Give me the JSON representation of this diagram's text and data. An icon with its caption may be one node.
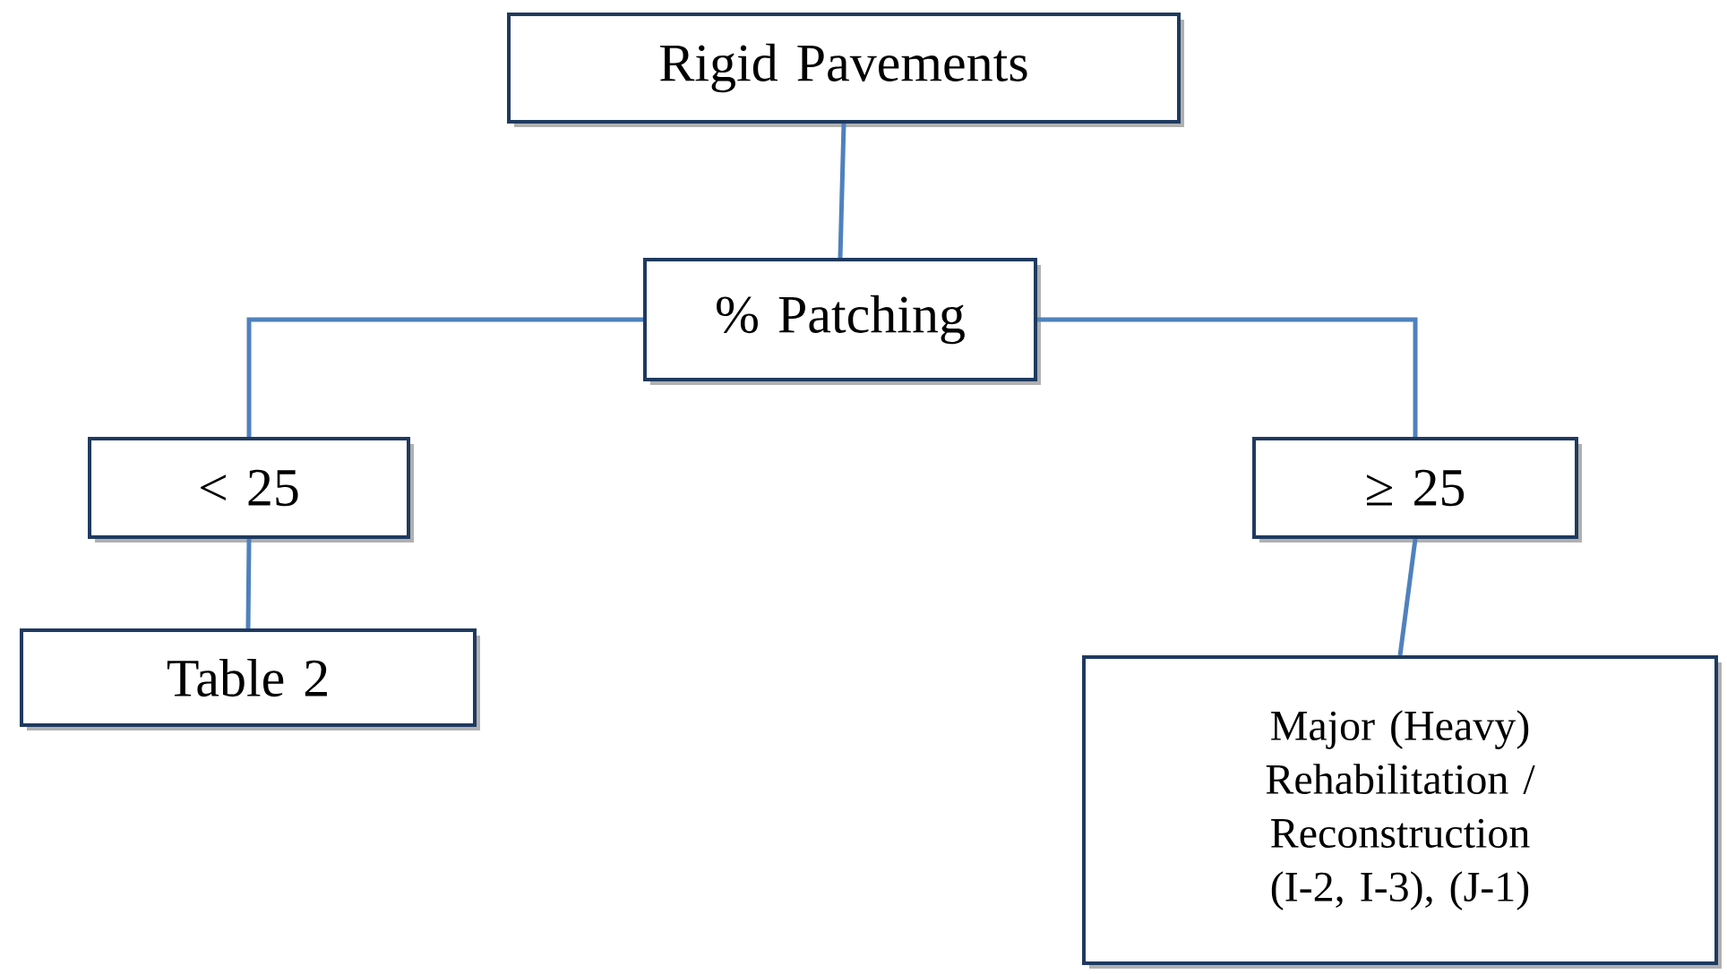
{
  "diagram": {
    "nodes": [
      {
        "text": [
          "Rigid Pavements"
        ]
      },
      {
        "text": [
          "% Patching"
        ]
      },
      {
        "text": [
          "< 25"
        ]
      },
      {
        "text": [
          "≥ 25"
        ]
      },
      {
        "text": [
          "Table 2"
        ]
      },
      {
        "text": [
          "Major (Heavy) Rehabilitation / Reconstruction (I-2, I-3), (J-1)"
        ]
      }
    ],
    "edges": [
      {
        "from": 0,
        "to": 1,
        "arrow": "none"
      },
      {
        "from": 1,
        "to": 2,
        "arrow": "none"
      },
      {
        "from": 1,
        "to": 3,
        "arrow": "none"
      },
      {
        "from": 2,
        "to": 4,
        "arrow": "none"
      },
      {
        "from": 3,
        "to": 5,
        "arrow": "none"
      }
    ]
  }
}
